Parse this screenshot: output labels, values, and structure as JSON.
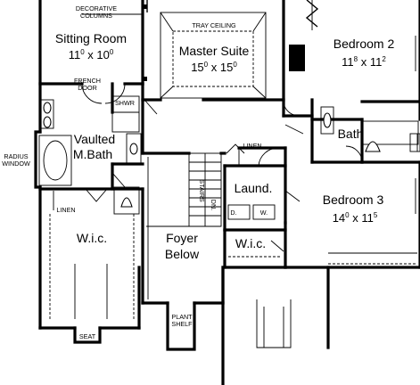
{
  "rooms": {
    "sitting": {
      "name": "Sitting Room",
      "dim_a": "11",
      "dim_a_sup": "0",
      "dim_x": " x ",
      "dim_b": "10",
      "dim_b_sup": "0"
    },
    "master": {
      "name": "Master Suite",
      "dim_a": "15",
      "dim_a_sup": "0",
      "dim_x": " x ",
      "dim_b": "15",
      "dim_b_sup": "0"
    },
    "bed2": {
      "name": "Bedroom 2",
      "dim_a": "11",
      "dim_a_sup": "8",
      "dim_x": " x ",
      "dim_b": "11",
      "dim_b_sup": "2"
    },
    "bed3": {
      "name": "Bedroom 3",
      "dim_a": "14",
      "dim_a_sup": "0",
      "dim_x": " x ",
      "dim_b": "11",
      "dim_b_sup": "5"
    },
    "vaulted_line1": "Vaulted",
    "vaulted_line2": "M.Bath",
    "bath": "Bath",
    "laund": "Laund.",
    "wic_master": "W.i.c.",
    "wic_small": "W.i.c.",
    "foyer_line1": "Foyer",
    "foyer_line2": "Below"
  },
  "labels": {
    "decorative_columns_1": "DECORATIVE",
    "decorative_columns_2": "COLUMNS",
    "tray_ceiling": "TRAY CEILING",
    "french_door_1": "FRENCH",
    "french_door_2": "DOOR",
    "shwr": "SHWR",
    "radius_window_1": "RADIUS",
    "radius_window_2": "WINDOW",
    "linen_master": "LINEN",
    "linen_hall": "LINEN",
    "stairs": "STAIRS",
    "dn": "DN.",
    "washer": "D.",
    "dryer": "W.",
    "seat": "SEAT",
    "plant_shelf_1": "PLANT",
    "plant_shelf_2": "SHELF"
  }
}
